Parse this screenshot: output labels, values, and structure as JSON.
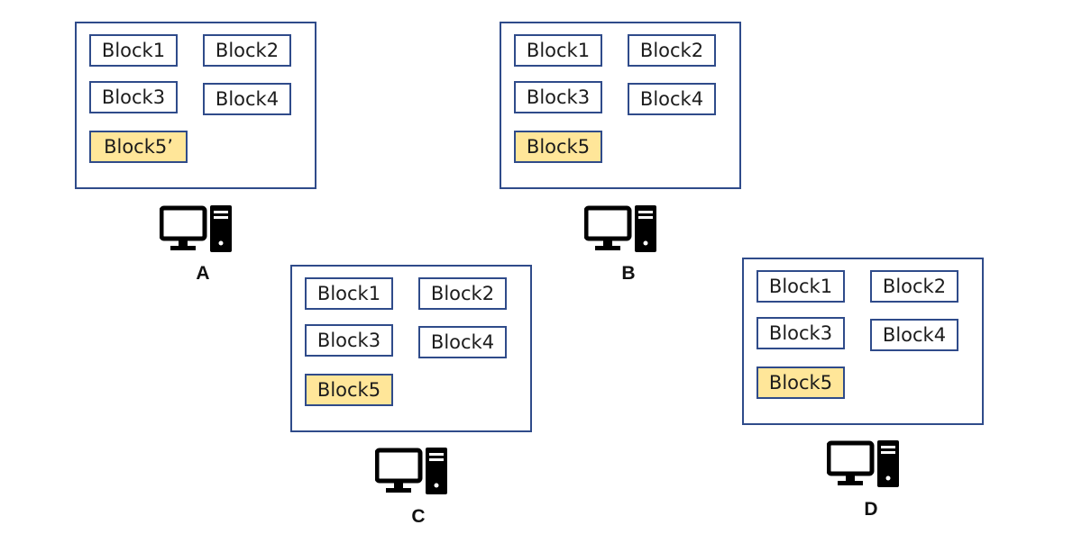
{
  "nodes": [
    {
      "id": "A",
      "label": "A",
      "blocks": [
        "Block1",
        "Block2",
        "Block3",
        "Block4",
        "Block5’"
      ]
    },
    {
      "id": "B",
      "label": "B",
      "blocks": [
        "Block1",
        "Block2",
        "Block3",
        "Block4",
        "Block5"
      ]
    },
    {
      "id": "C",
      "label": "C",
      "blocks": [
        "Block1",
        "Block2",
        "Block3",
        "Block4",
        "Block5"
      ]
    },
    {
      "id": "D",
      "label": "D",
      "blocks": [
        "Block1",
        "Block2",
        "Block3",
        "Block4",
        "Block5"
      ]
    }
  ],
  "icons": {
    "computer": "desktop-computer-icon"
  },
  "colors": {
    "border": "#2f4b8a",
    "highlight_fill": "#ffe699",
    "icon": "#000000"
  }
}
